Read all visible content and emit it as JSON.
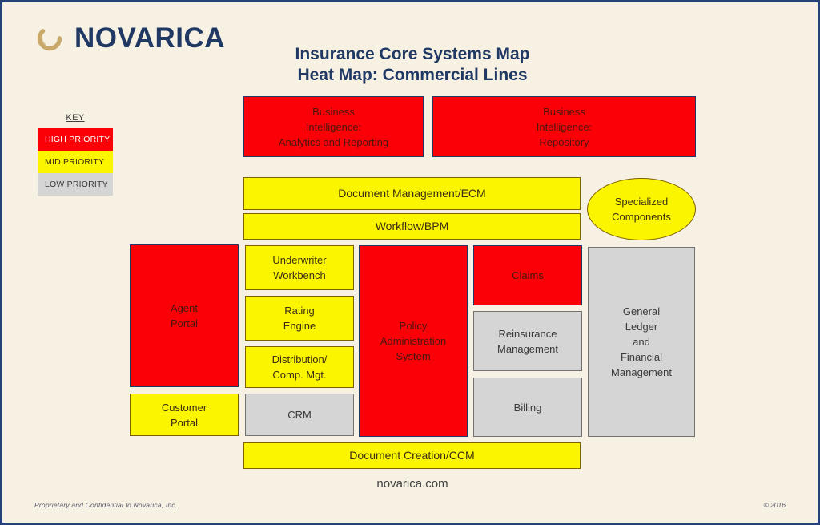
{
  "brand": {
    "name": "NOVARICA",
    "logo_icon": "novarica-ring-logo",
    "logo_color": "#c8a96a",
    "text_color": "#1f3864"
  },
  "title": {
    "line1": "Insurance Core Systems Map",
    "line2": "Heat Map: Commercial Lines"
  },
  "key": {
    "heading": "KEY",
    "items": [
      {
        "label": "HIGH PRIORITY",
        "color": "#fb0007",
        "text_color": "#ffffff"
      },
      {
        "label": "MID PRIORITY",
        "color": "#fbf500",
        "text_color": "#3a2f10"
      },
      {
        "label": "LOW PRIORITY",
        "color": "#d5d5d5",
        "text_color": "#3a3a3a"
      }
    ]
  },
  "components": [
    {
      "id": "bi-analytics",
      "label": "Business\nIntelligence:\nAnalytics and Reporting",
      "priority": "high"
    },
    {
      "id": "bi-repository",
      "label": "Business\nIntelligence:\nRepository",
      "priority": "high"
    },
    {
      "id": "document-management-ecm",
      "label": "Document Management/ECM",
      "priority": "mid"
    },
    {
      "id": "workflow-bpm",
      "label": "Workflow/BPM",
      "priority": "mid"
    },
    {
      "id": "specialized-components",
      "label": "Specialized\nComponents",
      "priority": "mid"
    },
    {
      "id": "agent-portal",
      "label": "Agent\nPortal",
      "priority": "high"
    },
    {
      "id": "underwriter-workbench",
      "label": "Underwriter\nWorkbench",
      "priority": "mid"
    },
    {
      "id": "rating-engine",
      "label": "Rating\nEngine",
      "priority": "mid"
    },
    {
      "id": "distribution-comp-mgt",
      "label": "Distribution/\nComp. Mgt.",
      "priority": "mid"
    },
    {
      "id": "policy-administration-system",
      "label": "Policy\nAdministration\nSystem",
      "priority": "high"
    },
    {
      "id": "claims",
      "label": "Claims",
      "priority": "high"
    },
    {
      "id": "reinsurance-management",
      "label": "Reinsurance\nManagement",
      "priority": "low"
    },
    {
      "id": "billing",
      "label": "Billing",
      "priority": "low"
    },
    {
      "id": "general-ledger-financial-management",
      "label": "General\nLedger\nand\nFinancial\nManagement",
      "priority": "low"
    },
    {
      "id": "customer-portal",
      "label": "Customer\nPortal",
      "priority": "mid"
    },
    {
      "id": "crm",
      "label": "CRM",
      "priority": "low"
    },
    {
      "id": "document-creation-ccm",
      "label": "Document Creation/CCM",
      "priority": "mid"
    }
  ],
  "footer": {
    "site_url": "novarica.com",
    "confidentiality": "Proprietary and Confidential to Novarica, Inc.",
    "copyright": "© 2016"
  },
  "palette": {
    "background": "#f7f1e3",
    "page_border": "#28407a",
    "high_priority": "#fb0007",
    "mid_priority": "#fbf500",
    "low_priority": "#d5d5d5"
  }
}
